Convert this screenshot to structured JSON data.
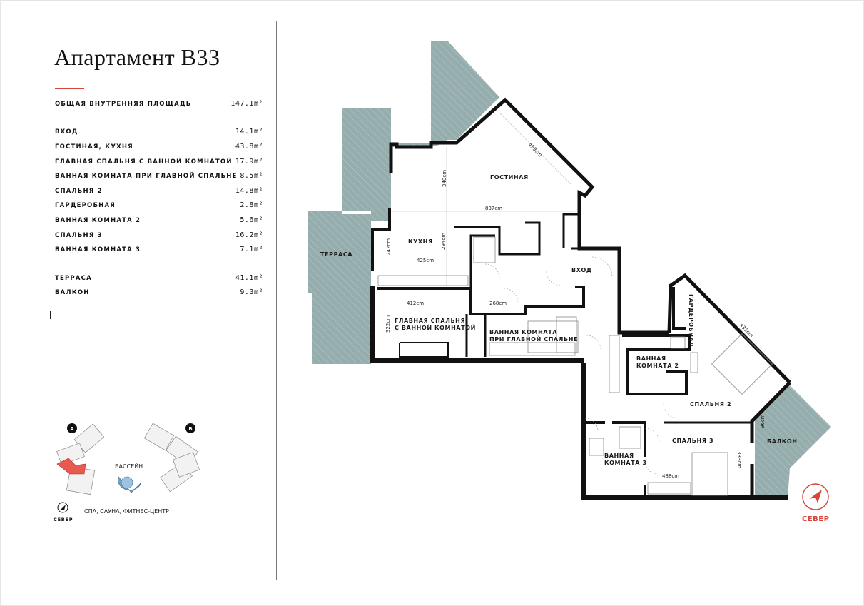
{
  "title": "Апартамент B33",
  "areas": [
    {
      "label": "ОБЩАЯ ВНУТРЕННЯЯ ПЛОЩАДЬ",
      "value": "147.1m²"
    },
    {
      "label": "ВХОД",
      "value": "14.1m²"
    },
    {
      "label": "ГОСТИНАЯ, КУХНЯ",
      "value": "43.8m²"
    },
    {
      "label": "ГЛАВНАЯ СПАЛЬНЯ С ВАННОЙ КОМНАТОЙ",
      "value": "17.9m²"
    },
    {
      "label": "ВАННАЯ КОМНАТА ПРИ ГЛАВНОЙ СПАЛЬНЕ",
      "value": "8.5m²"
    },
    {
      "label": "СПАЛЬНЯ 2",
      "value": "14.8m²"
    },
    {
      "label": "ГАРДЕРОБНАЯ",
      "value": "2.8m²"
    },
    {
      "label": "ВАННАЯ КОМНАТА 2",
      "value": "5.6m²"
    },
    {
      "label": "СПАЛЬНЯ 3",
      "value": "16.2m²"
    },
    {
      "label": "ВАННАЯ КОМНАТА 3",
      "value": "7.1m²"
    },
    {
      "label": "ТЕРРАСА",
      "value": "41.1m²"
    },
    {
      "label": "БАЛКОН",
      "value": "9.3m²"
    }
  ],
  "rooms": {
    "terrace": "ТЕРРАСА",
    "living": "ГОСТИНАЯ",
    "kitchen": "КУХНЯ",
    "entrance": "ВХОД",
    "master_bedroom_1": "ГЛАВНАЯ СПАЛЬНЯ",
    "master_bedroom_2": "С ВАННОЙ КОМНАТОЙ",
    "master_bath_1": "ВАННАЯ КОМНАТА",
    "master_bath_2": "ПРИ ГЛАВНОЙ СПАЛЬНЕ",
    "wardrobe": "ГАРДЕРОБНАЯ",
    "bath2_1": "ВАННАЯ",
    "bath2_2": "КОМНАТА 2",
    "bedroom2": "СПАЛЬНЯ 2",
    "bath3_1": "ВАННАЯ",
    "bath3_2": "КОМНАТА 3",
    "bedroom3": "СПАЛЬНЯ 3",
    "balcony": "БАЛКОН"
  },
  "dimensions": {
    "living_diag": "453cm",
    "living_h": "340cm",
    "living_w": "837cm",
    "kitchen_h1": "242cm",
    "kitchen_h2": "294cm",
    "kitchen_w": "425cm",
    "master_w": "412cm",
    "master_bath_w": "268cm",
    "master_h": "322cm",
    "bed2_diag": "435cm",
    "bed3_w": "488cm",
    "bed3_h": "333cm",
    "balcony_d": "96cm"
  },
  "keyplan": {
    "building_a": "A",
    "building_b": "B",
    "pool": "БАССЕЙН",
    "amenities": "СПА, САУНА, ФИТНЕС-ЦЕНТР",
    "north": "СЕВЕР"
  },
  "compass": {
    "north": "СЕВЕР"
  },
  "colors": {
    "accent": "#d9443b",
    "outdoor": "#95adad",
    "wall": "#111111",
    "pool": "#6fa3c9"
  }
}
